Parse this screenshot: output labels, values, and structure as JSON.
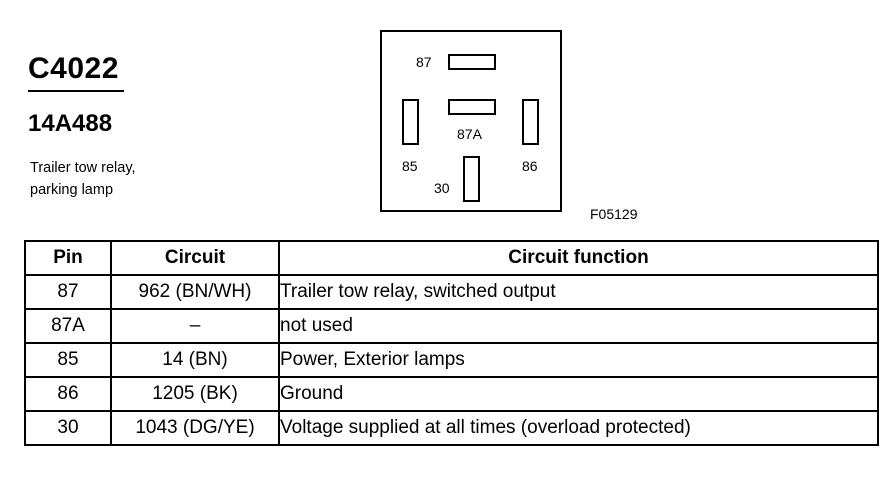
{
  "header": {
    "connector_id": "C4022",
    "part_number": "14A488",
    "description_line1": "Trailer tow relay,",
    "description_line2": "parking lamp"
  },
  "diagram": {
    "pin_87": "87",
    "pin_87a": "87A",
    "pin_85": "85",
    "pin_86": "86",
    "pin_30": "30",
    "figure_id": "F05129"
  },
  "table": {
    "headers": {
      "pin": "Pin",
      "circuit": "Circuit",
      "function": "Circuit function"
    },
    "rows": [
      {
        "pin": "87",
        "circuit": "962 (BN/WH)",
        "function": "Trailer tow relay, switched output"
      },
      {
        "pin": "87A",
        "circuit": "–",
        "function": "not used"
      },
      {
        "pin": "85",
        "circuit": "14 (BN)",
        "function": "Power, Exterior lamps"
      },
      {
        "pin": "86",
        "circuit": "1205 (BK)",
        "function": "Ground"
      },
      {
        "pin": "30",
        "circuit": "1043 (DG/YE)",
        "function": "Voltage supplied at all times (overload protected)"
      }
    ]
  }
}
